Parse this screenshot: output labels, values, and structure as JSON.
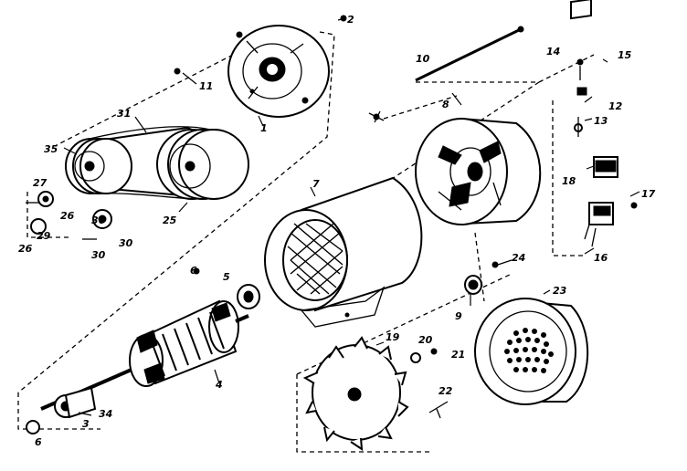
{
  "part_labels": {
    "p1": "1",
    "p2": "2",
    "p3": "3",
    "p4": "4",
    "p5": "5",
    "p6": "6",
    "p7": "7",
    "p8": "8",
    "p9": "9",
    "p10": "10",
    "p11": "11",
    "p12": "12",
    "p13": "13",
    "p14": "14",
    "p15": "15",
    "p16": "16",
    "p17": "17",
    "p18": "18",
    "p19": "19",
    "p20": "20",
    "p21": "21",
    "p22": "22",
    "p23": "23",
    "p24": "24",
    "p25": "25",
    "p26": "26",
    "p26b": "26",
    "p27": "27",
    "p29": "29",
    "p30": "30",
    "p31": "31",
    "p34": "34",
    "p35": "35",
    "p36": "36"
  }
}
